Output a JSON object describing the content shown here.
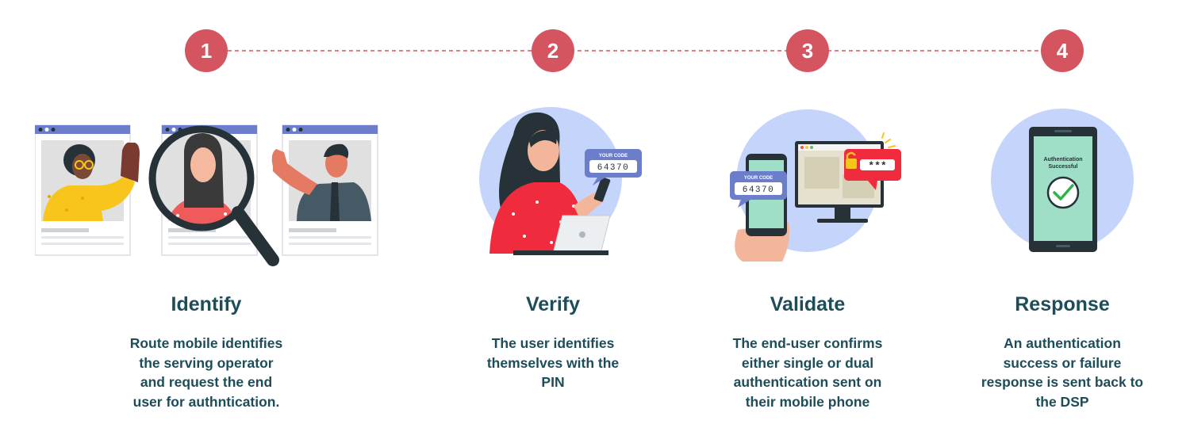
{
  "steps": [
    {
      "number": "1",
      "title": "Identify",
      "description": "Route mobile identifies\nthe serving operator\nand request the end\nuser for authntication.",
      "illustration": "magnifier-profiles-icon"
    },
    {
      "number": "2",
      "title": "Verify",
      "description": "The user identifies\nthemselves with the\nPIN",
      "illustration": "user-phone-code-icon",
      "code_label": "YOUR CODE",
      "code_value": "64370"
    },
    {
      "number": "3",
      "title": "Validate",
      "description": "The end-user confirms\neither single or dual\nauthentication sent on\ntheir mobile phone",
      "illustration": "devices-lock-icon",
      "code_label": "YOUR CODE",
      "code_value": "64370",
      "password_mask": "***"
    },
    {
      "number": "4",
      "title": "Response",
      "description": "An authentication\nsuccess or failure\nresponse is sent back to\nthe DSP",
      "illustration": "phone-success-icon",
      "screen_text_line1": "Authentication",
      "screen_text_line2": "Successful"
    }
  ],
  "colors": {
    "badge": "#d4545f",
    "text": "#1c4d59",
    "circle": "#c5d4fb",
    "connector": "#d4545f"
  }
}
